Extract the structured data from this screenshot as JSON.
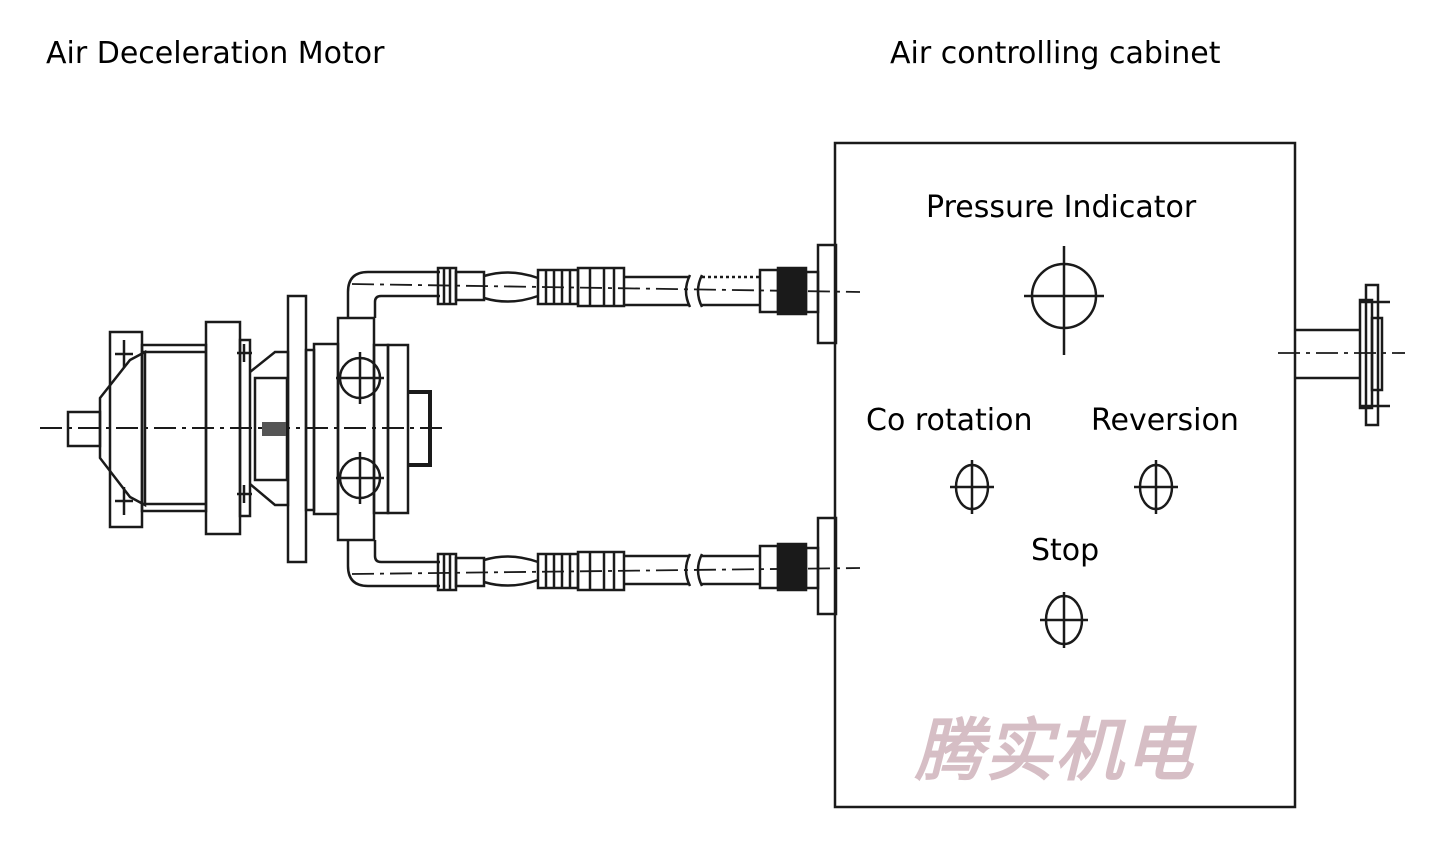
{
  "labels": {
    "motor_title": "Air Deceleration Motor",
    "cabinet_title": "Air controlling cabinet",
    "pressure_indicator": "Pressure Indicator",
    "co_rotation": "Co rotation",
    "reversion": "Reversion",
    "stop": "Stop"
  },
  "watermark": "腾实机电",
  "colors": {
    "line": "#1a1a1a",
    "background": "#ffffff",
    "watermark": "#c9a9b2"
  }
}
